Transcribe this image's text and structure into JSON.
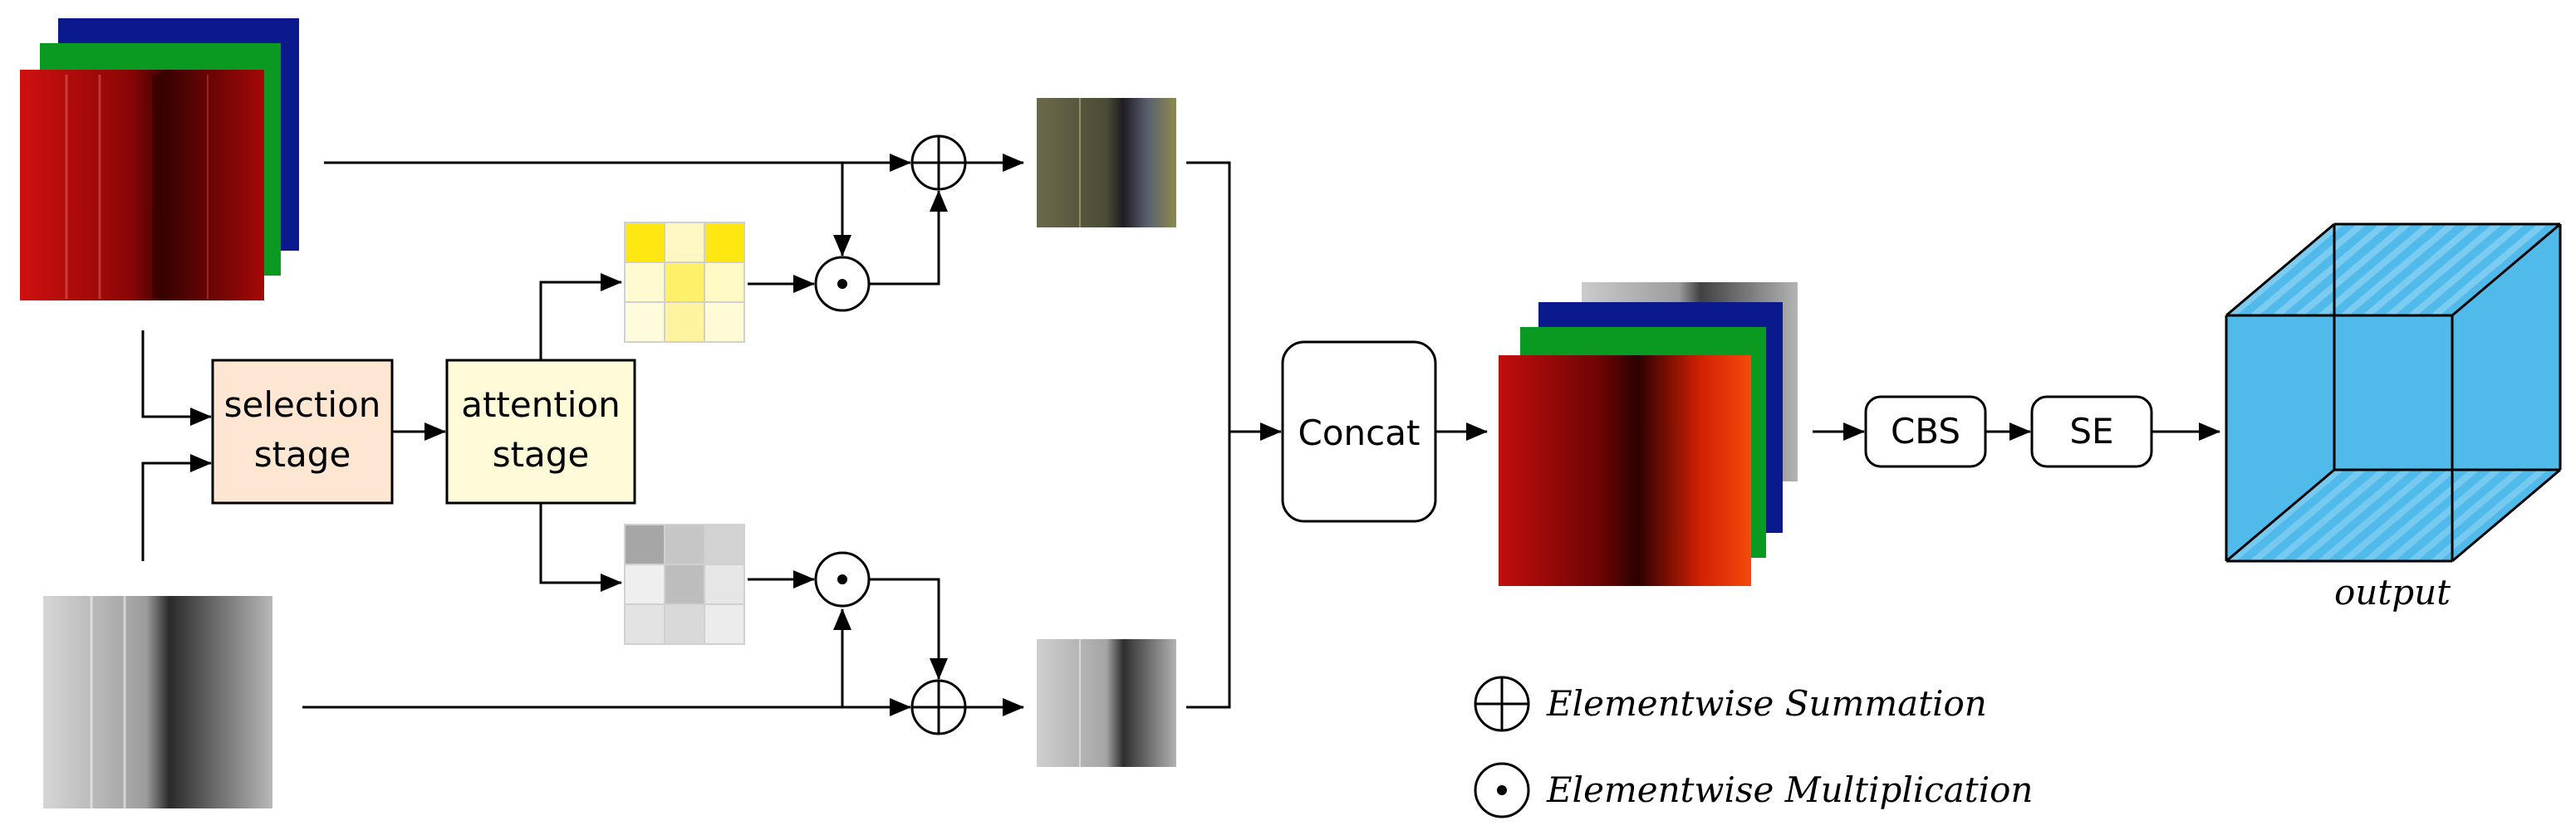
{
  "boxes": {
    "selection_line1": "selection",
    "selection_line2": "stage",
    "attention_line1": "attention",
    "attention_line2": "stage",
    "concat": "Concat",
    "cbs": "CBS",
    "se": "SE"
  },
  "output_label": "output",
  "legend": {
    "summation": "Elementwise Summation",
    "multiplication": "Elementwise Multiplication"
  },
  "colors": {
    "selection_fill": "#FDE6D2",
    "attention_fill": "#FFFBD9",
    "cube_fill": "#3DB3E8",
    "cube_stripe": "#8FD3F2"
  },
  "attention_maps": {
    "rgb_weights": [
      "#FFE812",
      "#FFF8C2",
      "#FFE812",
      "#FFFBD1",
      "#FFF06A",
      "#FFF9C4",
      "#FFFCDB",
      "#FFF3A0",
      "#FFFBD6"
    ],
    "thermal_weights": [
      "#A6A6A6",
      "#C6C6C6",
      "#D2D2D2",
      "#EFEFEF",
      "#BDBDBD",
      "#E6E6E6",
      "#E3E3E3",
      "#D9D9D9",
      "#ECECEC"
    ]
  }
}
